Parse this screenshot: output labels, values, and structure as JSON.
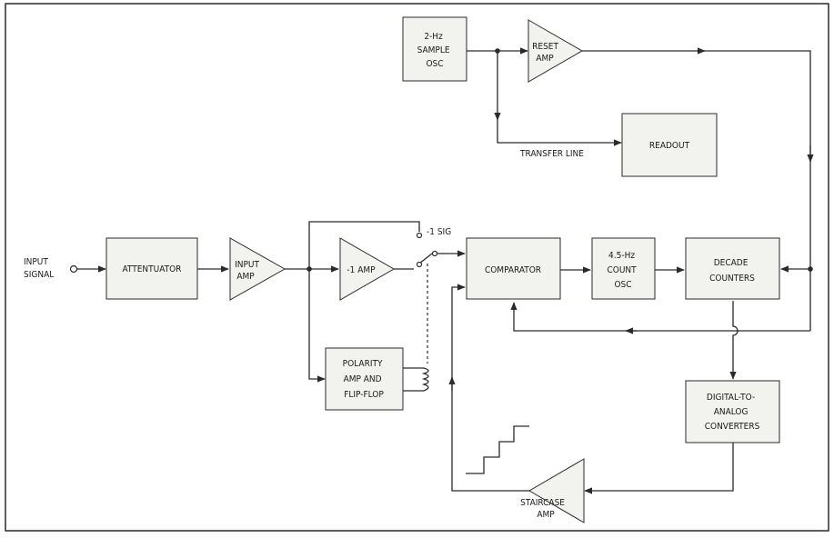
{
  "blocks": {
    "sample_osc": [
      "2-Hz",
      "SAMPLE",
      "OSC"
    ],
    "reset_amp": [
      "RESET",
      "AMP"
    ],
    "readout": [
      "READOUT"
    ],
    "attenuator": [
      "ATTENTUATOR"
    ],
    "input_amp": [
      "INPUT",
      "AMP"
    ],
    "minus_one_amp": [
      "-1 AMP"
    ],
    "comparator": [
      "COMPARATOR"
    ],
    "count_osc": [
      "4.5-Hz",
      "COUNT",
      "OSC"
    ],
    "decade_counters": [
      "DECADE",
      "COUNTERS"
    ],
    "polarity": [
      "POLARITY",
      "AMP AND",
      "FLIP-FLOP"
    ],
    "dac": [
      "DIGITAL-TO-",
      "ANALOG",
      "CONVERTERS"
    ],
    "staircase_amp": [
      "STAIRCASE",
      "AMP"
    ]
  },
  "labels": {
    "input_signal": [
      "INPUT",
      "SIGNAL"
    ],
    "transfer_line": "TRANSFER LINE",
    "minus_one_sig": "-1 SIG"
  }
}
